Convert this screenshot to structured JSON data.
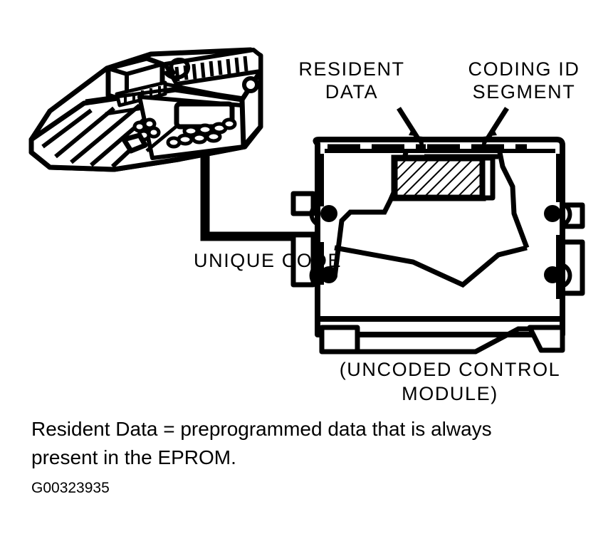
{
  "figure": {
    "id_label": "G00323935",
    "caption_lines": [
      "Resident Data = preprogrammed data that is always",
      "present in the EPROM."
    ],
    "subject": "scan-tool-programming-uncoded-control-module"
  },
  "callouts": {
    "resident_data": {
      "line1": "RESIDENT",
      "line2": "DATA"
    },
    "coding_id": {
      "line1": "CODING ID",
      "line2": "SEGMENT"
    },
    "unique_code": {
      "label": "UNIQUE CODE"
    },
    "module_caption": {
      "line1": "(UNCODED CONTROL",
      "line2": "MODULE)"
    }
  },
  "colors": {
    "ink": "#000000",
    "paper": "#ffffff"
  },
  "parts": {
    "scan_tool_name": "hand-held scan tool",
    "control_module_name": "uncoded control module",
    "eprom_name": "EPROM chip",
    "cable_name": "unique code data cable"
  }
}
